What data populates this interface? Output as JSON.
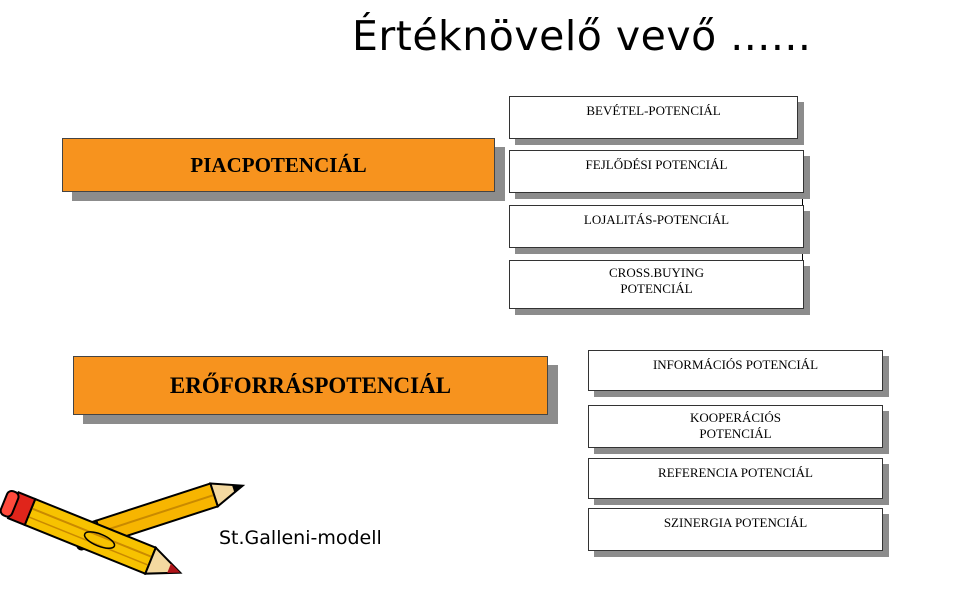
{
  "title": "Értéknövelő vevő ......",
  "groups": [
    {
      "label": "PIACPOTENCIÁL",
      "items": [
        "BEVÉTEL-POTENCIÁL",
        "FEJLŐDÉSI POTENCIÁL",
        "LOJALITÁS-POTENCIÁL",
        "CROSS.BUYING POTENCIÁL"
      ]
    },
    {
      "label": "ERŐFORRÁSPOTENCIÁL",
      "items": [
        "INFORMÁCIÓS POTENCIÁL",
        "KOOPERÁCIÓS POTENCIÁL",
        "REFERENCIA POTENCIÁL",
        "SZINERGIA POTENCIÁL"
      ]
    }
  ],
  "caption": "St.Galleni-modell",
  "clipart": "pencils-icon"
}
